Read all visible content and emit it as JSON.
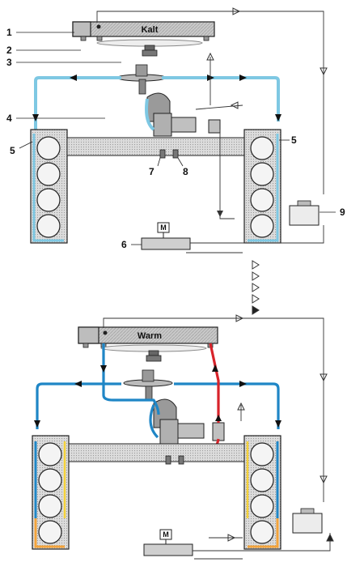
{
  "top_state_label": "Kalt",
  "bottom_state_label": "Warm",
  "motor_symbol": "M",
  "callouts": {
    "c1": "1",
    "c2": "2",
    "c3": "3",
    "c4": "4",
    "c5_left": "5",
    "c5_right": "5",
    "c6": "6",
    "c7": "7",
    "c8": "8",
    "c9": "9"
  },
  "colors": {
    "coolant_cold": "#7ec8e3",
    "coolant_blue": "#1f86c6",
    "coolant_hot": "#d8232a",
    "coolant_warm": "#f3a33a",
    "coolant_mid": "#f5d23a",
    "block_fill": "#d8d8d8",
    "line": "#222222"
  }
}
